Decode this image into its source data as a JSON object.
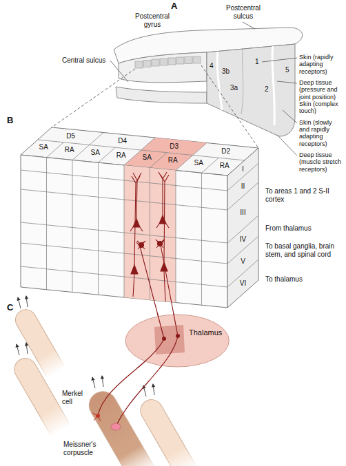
{
  "diagram": {
    "nodes": [
      {
        "text": [
          "Thalamus"
        ]
      }
    ],
    "labels": [
      "A",
      "Postcentral gyrus",
      "Postcentral sulcus",
      "Central sulcus",
      "1",
      "5",
      "2",
      "3b",
      "4",
      "3a",
      "Skin (rapidly adapting receptors)",
      "Deep tissue (pressure and joint position)",
      "Skin (complex touch)",
      "Skin (slowly and rapidly adapting receptors)",
      "Deep tissue (muscle stretch receptors)",
      "B",
      "D5",
      "SA",
      "RA",
      "D4",
      "SA",
      "RA",
      "D3",
      "SA",
      "RA",
      "D2",
      "SA",
      "RA",
      "I",
      "II",
      "III",
      "IV",
      "V",
      "VI",
      "To areas 1 and 2 S-II cortex",
      "From thalamus",
      "To basal ganglia, brain stem, and spinal cord",
      "To thalamus",
      "C",
      "Merkel cell",
      "Meissner's corpuscle"
    ]
  }
}
